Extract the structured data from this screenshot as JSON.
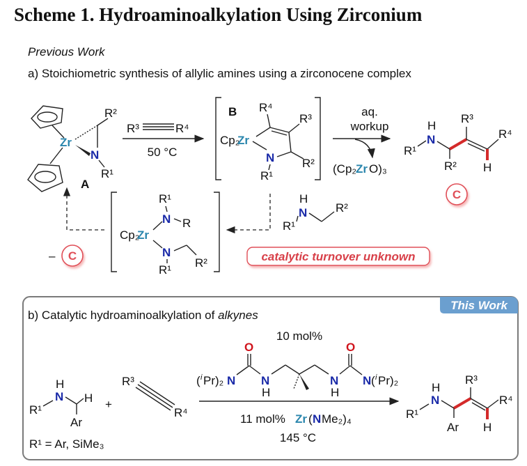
{
  "title": "Scheme 1. Hydroaminoalkylation Using Zirconium",
  "part_a": {
    "section": "Previous Work",
    "heading": "a) Stoichiometric synthesis of allylic amines using a zirconocene complex",
    "complex_A": {
      "metal": "Zr",
      "N": "N",
      "R2": "R²",
      "R1": "R¹",
      "label": "A"
    },
    "step1": {
      "reagent_left": "R³",
      "reagent_right": "R⁴",
      "condition": "50 °C"
    },
    "intermediate_B": {
      "label": "B",
      "cp": "Cp₂",
      "metal": "Zr",
      "N": "N",
      "R1": "R¹",
      "R2": "R²",
      "R3": "R³",
      "R4": "R⁴"
    },
    "step2": {
      "line1": "aq.",
      "line2": "workup",
      "byproduct_open": "(Cp₂",
      "byproduct_metal": "Zr",
      "byproduct_close": "O)₃"
    },
    "product_C": {
      "R1": "R¹",
      "N": "N",
      "H_N": "H",
      "R2": "R²",
      "R3": "R³",
      "R4": "R⁴",
      "H": "H",
      "label": "C"
    },
    "amide_complex": {
      "cp": "Cp₂",
      "metal": "Zr",
      "N_top": "N",
      "R1_top": "R¹",
      "R": "R",
      "N_bottom": "N",
      "R1_bottom": "R¹",
      "R2": "R²"
    },
    "amine": {
      "H": "H",
      "N": "N",
      "R1": "R¹",
      "R2": "R²"
    },
    "minus": "–",
    "minus_C": "C",
    "turnover_note": "catalytic turnover unknown"
  },
  "part_b": {
    "badge": "This Work",
    "heading_plain": "b) Catalytic hydroaminoalkylation of ",
    "heading_italic": "alkynes",
    "ligand_loading": "10 mol%",
    "ligand": {
      "O": "O",
      "left_group_open": "(",
      "ipr_i": "i",
      "left_group_mid": "Pr)₂",
      "N": "N",
      "H": "H",
      "right_group_open": "(",
      "right_group_close": "Pr)₂"
    },
    "catalyst_prefix": "11 mol% ",
    "catalyst_metal": "Zr",
    "catalyst_open": "(",
    "catalyst_N": "N",
    "catalyst_rest": "Me₂)₄",
    "temperature": "145 °C",
    "substrate": {
      "H_N": "H",
      "N": "N",
      "R1": "R¹",
      "H": "H",
      "Ar": "Ar",
      "note": "R¹ = Ar, SiMe₃"
    },
    "plus": "+",
    "alkyne": {
      "R3": "R³",
      "R4": "R⁴"
    },
    "product": {
      "H_N": "H",
      "N": "N",
      "R1": "R¹",
      "R3": "R³",
      "R4": "R⁴",
      "Ar": "Ar",
      "H": "H"
    }
  },
  "colors": {
    "zirconium": "#2a86ad",
    "nitrogen": "#1a2aa8",
    "oxygen": "#d0141c",
    "new_bond": "#d42a2a",
    "badge": "#6b9fcf"
  }
}
